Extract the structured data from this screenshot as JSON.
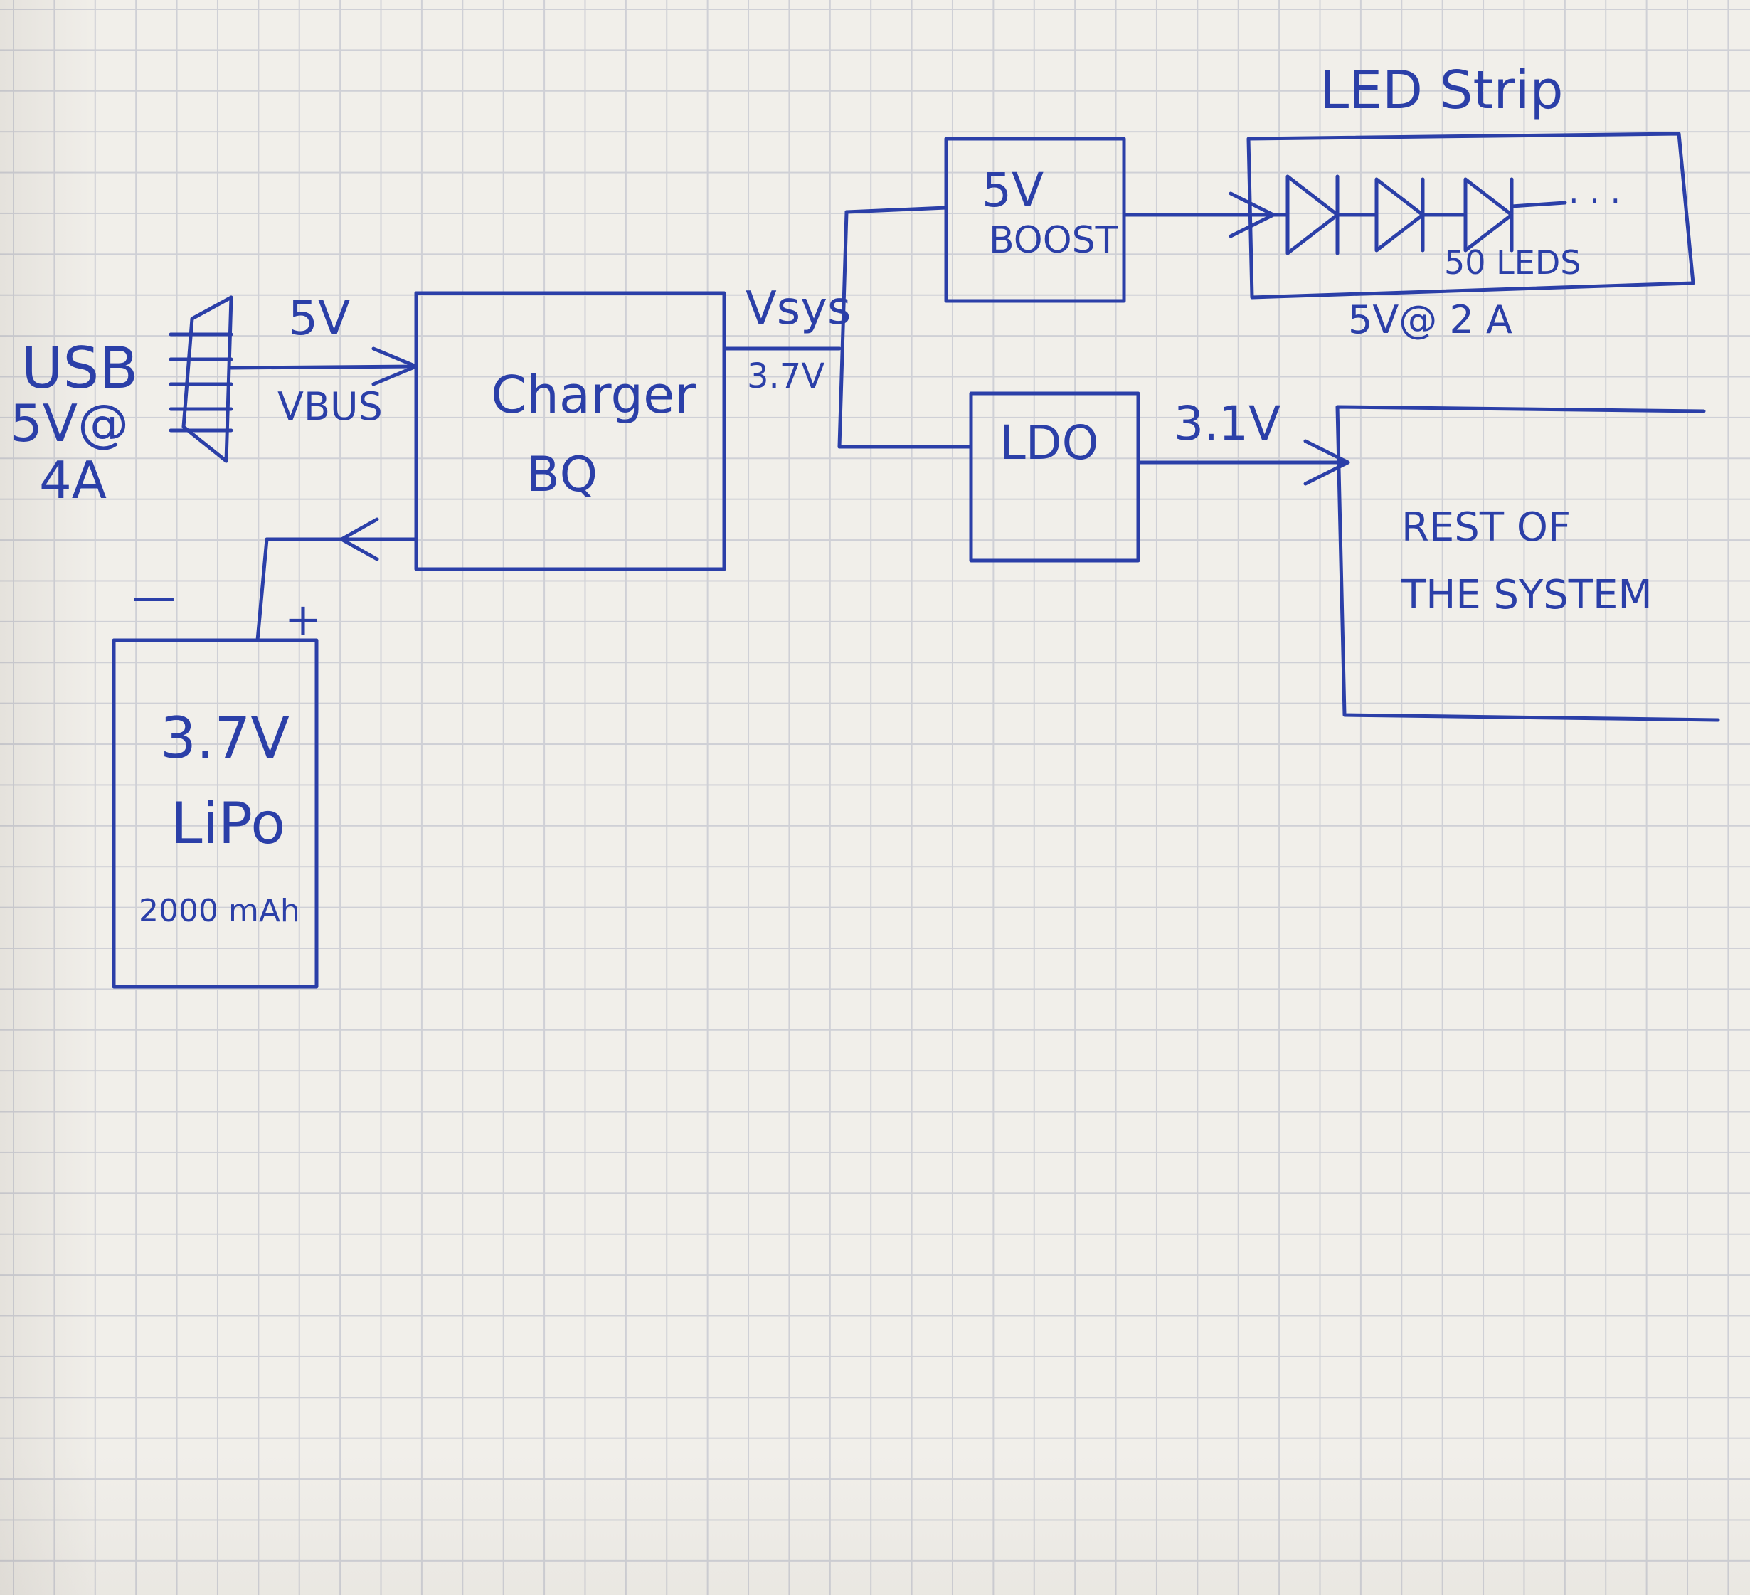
{
  "title": "LED Strip",
  "ink_color": "#2b3fa8",
  "nodes": {
    "usb": {
      "name": "USB",
      "rating_line1": "5V@",
      "rating_line2": "4A"
    },
    "charger": {
      "line1": "Charger",
      "line2": "BQ"
    },
    "battery": {
      "voltage": "3.7V",
      "chemistry": "LiPo",
      "capacity": "2000 mAh",
      "minus": "—",
      "plus": "+"
    },
    "boost": {
      "line1": "5V",
      "line2": "BOOST"
    },
    "ldo": {
      "label": "LDO"
    },
    "led_strip": {
      "count": "50 LEDS",
      "rating": "5V@ 2 A",
      "dots": ". . ."
    },
    "system": {
      "line1": "REST OF",
      "line2": "THE SYSTEM"
    }
  },
  "wires": {
    "usb_to_charger": {
      "top": "5V",
      "bottom": "VBUS"
    },
    "vsys": {
      "top": "Vsys",
      "bottom": "3.7V"
    },
    "ldo_out": {
      "label": "3.1V"
    }
  }
}
